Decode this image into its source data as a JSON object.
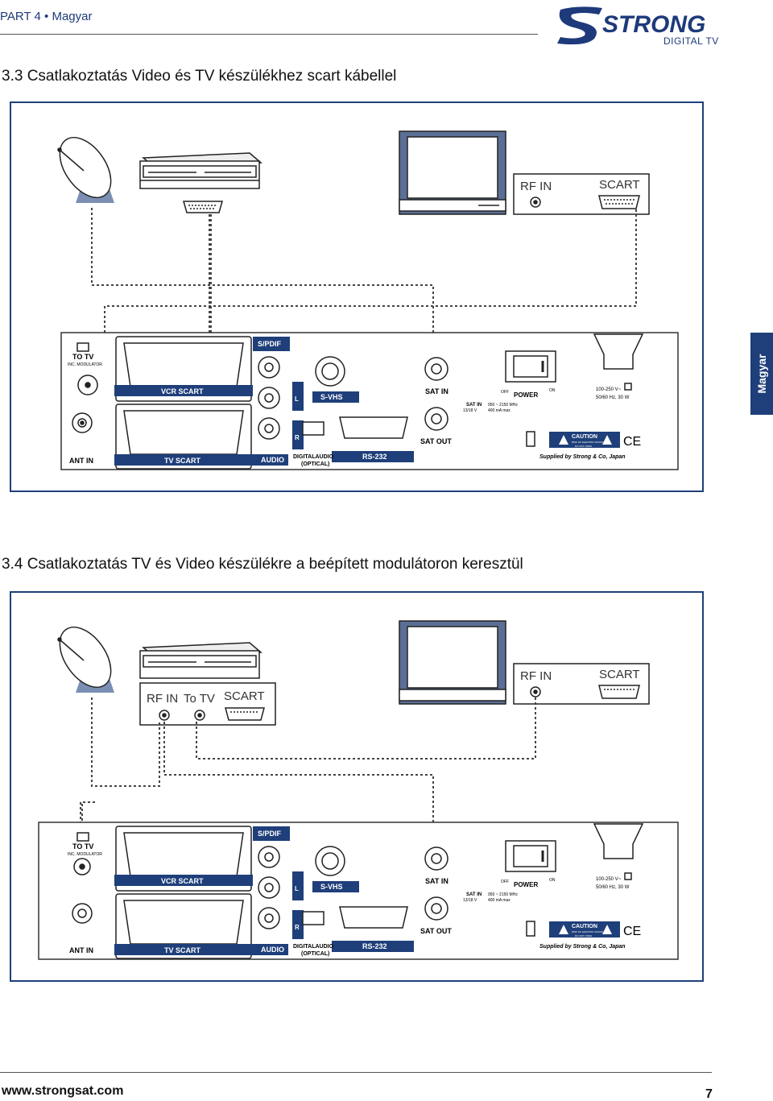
{
  "header": {
    "part_label": "PART 4 • Magyar",
    "brand": "STRONG",
    "brand_sub": "DIGITAL TV"
  },
  "side_tab": "Magyar",
  "section1": {
    "title": "3.3  Csatlakoztatás Video és TV készülékhez scart kábellel"
  },
  "section2": {
    "title": "3.4  Csatlakoztatás TV és Video készülékre a beépített modulátoron keresztül"
  },
  "tv_panel": {
    "rf_in": "RF IN",
    "scart": "SCART"
  },
  "vcr_panel": {
    "rf_in": "RF IN",
    "to_tv": "To TV",
    "scart": "SCART"
  },
  "receiver": {
    "to_tv": "TO TV",
    "inc_modulator": "INC. MODULATOR",
    "ant_in": "ANT IN",
    "vcr_scart": "VCR SCART",
    "tv_scart": "TV SCART",
    "spdif": "S/PDIF",
    "audio": "AUDIO",
    "l": "L",
    "r": "R",
    "svhs": "S-VHS",
    "digital_audio": "DIGITALAUDIO",
    "optical": "(OPTICAL)",
    "rs232": "RS-232",
    "sat_in": "SAT IN",
    "sat_out": "SAT OUT",
    "sat_in_small": "SAT IN",
    "sat_spec1": "950 ~ 2150 MHz",
    "sat_spec2": "400 mA max",
    "sat_volt": "13/18 V",
    "off": "OFF",
    "on": "ON",
    "power": "POWER",
    "mains1": "100-250 V~",
    "mains2": "50/60 Hz, 30 W",
    "caution": "CAUTION",
    "caution_small1": "RISK OF ELECTRIC SHOCK",
    "caution_small2": "DO NOT OPEN",
    "ce": "CE",
    "supplied": "Supplied by Strong & Co, Japan"
  },
  "footer": {
    "url": "www.strongsat.com",
    "page": "7"
  },
  "colors": {
    "accent": "#1f3f7a",
    "line": "#111111"
  }
}
